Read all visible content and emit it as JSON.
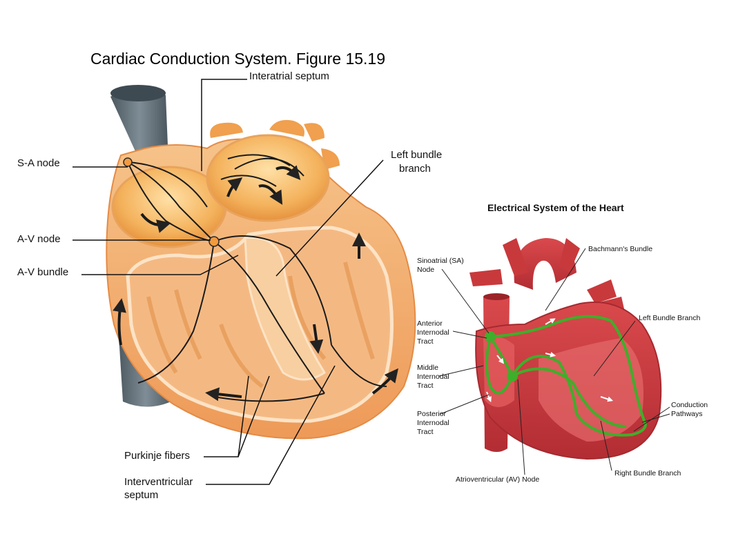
{
  "left_figure": {
    "title": "Cardiac Conduction System. Figure 15.19",
    "labels": {
      "interatrial_septum": "Interatrial septum",
      "sa_node": "S-A node",
      "av_node": "A-V node",
      "av_bundle": "A-V bundle",
      "left_bundle_branch_line1": "Left bundle",
      "left_bundle_branch_line2": "branch",
      "purkinje_fibers": "Purkinje fibers",
      "interventricular_septum_line1": "Interventricular",
      "interventricular_septum_line2": "septum"
    }
  },
  "right_figure": {
    "title": "Electrical System of the Heart",
    "labels": {
      "sa_node_line1": "Sinoatrial (SA)",
      "sa_node_line2": "Node",
      "bachmanns_bundle": "Bachmann's Bundle",
      "anterior_line1": "Anterior",
      "anterior_line2": "Internodal",
      "anterior_line3": "Tract",
      "middle_line1": "Middle",
      "middle_line2": "Internodal",
      "middle_line3": "Tract",
      "posterior_line1": "Posterior",
      "posterior_line2": "Internodal",
      "posterior_line3": "Tract",
      "left_bundle_branch": "Left Bundle Branch",
      "conduction_line1": "Conduction",
      "conduction_line2": "Pathways",
      "right_bundle_branch": "Right Bundle Branch",
      "av_node": "Atrioventricular (AV) Node"
    }
  },
  "colors": {
    "heart_orange": "#f3a65a",
    "heart_light": "#fbd7a8",
    "vessel_gray": "#5f6d76",
    "heart_red": "#c93a3e",
    "conduction_green": "#3fae2a"
  }
}
